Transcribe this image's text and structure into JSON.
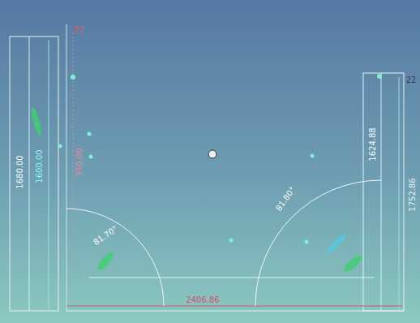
{
  "diagram": {
    "labels": [
      "22",
      "1680.00",
      "1600.00",
      "350.00",
      "81.70°",
      "81.80°",
      "2406.86",
      "1624.88",
      "1752.86",
      "22"
    ]
  }
}
